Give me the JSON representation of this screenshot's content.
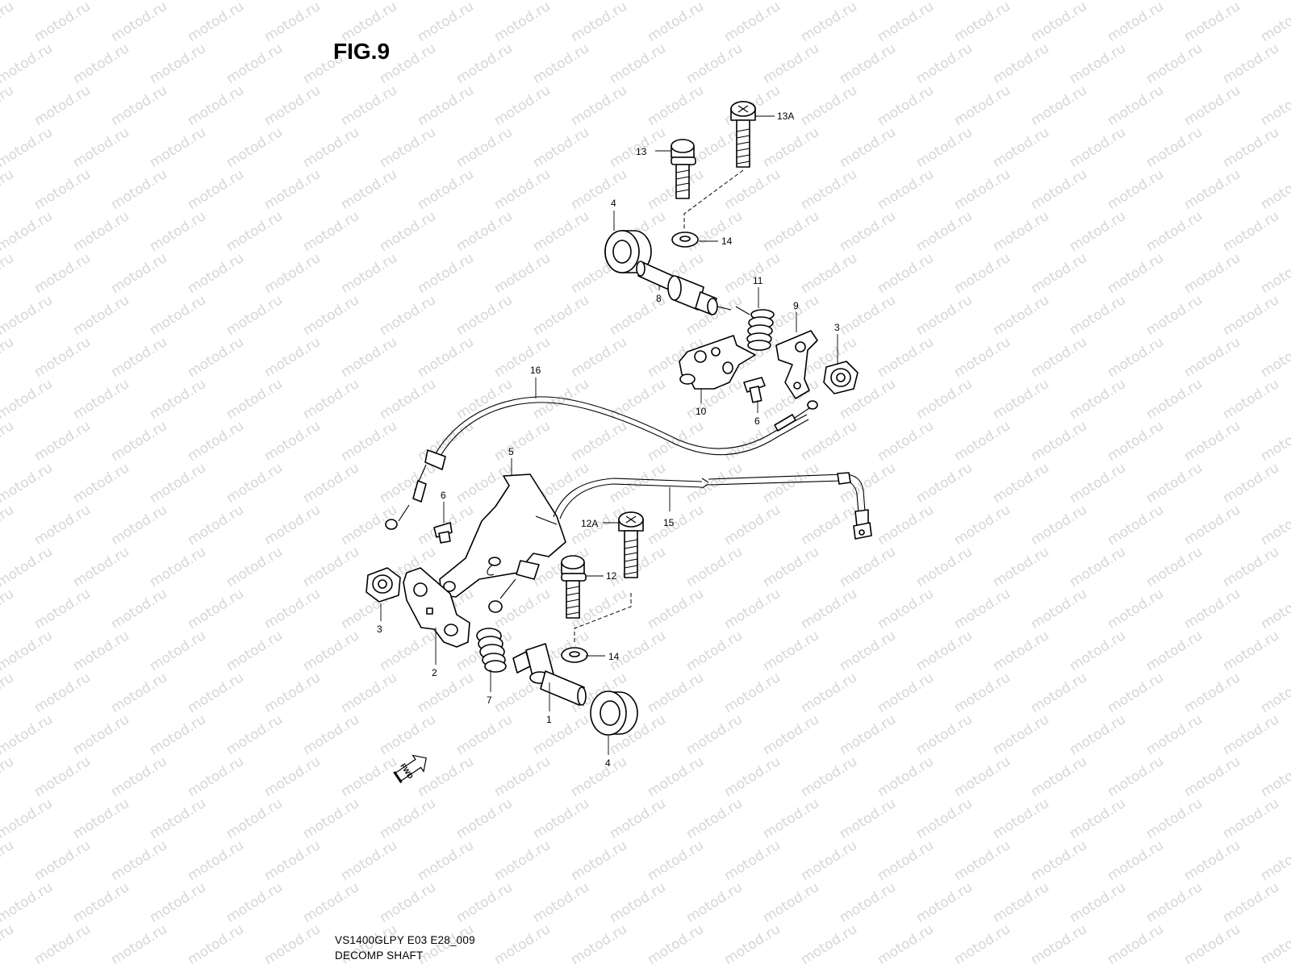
{
  "figure": {
    "title": "FIG.9",
    "model_code": "VS1400GLPY E03 E28_009",
    "section_name": "DECOMP SHAFT",
    "watermark": "motod.ru",
    "fwd_marker": "FWD"
  },
  "callouts": [
    {
      "id": "c13a",
      "label": "13A"
    },
    {
      "id": "c13",
      "label": "13"
    },
    {
      "id": "c4top",
      "label": "4"
    },
    {
      "id": "c14top",
      "label": "14"
    },
    {
      "id": "c11",
      "label": "11"
    },
    {
      "id": "c8",
      "label": "8"
    },
    {
      "id": "c9",
      "label": "9"
    },
    {
      "id": "c3right",
      "label": "3"
    },
    {
      "id": "c16",
      "label": "16"
    },
    {
      "id": "c10",
      "label": "10"
    },
    {
      "id": "c6right",
      "label": "6"
    },
    {
      "id": "c5",
      "label": "5"
    },
    {
      "id": "c6left",
      "label": "6"
    },
    {
      "id": "c15",
      "label": "15"
    },
    {
      "id": "c12a",
      "label": "12A"
    },
    {
      "id": "c12",
      "label": "12"
    },
    {
      "id": "c3left",
      "label": "3"
    },
    {
      "id": "c14bottom",
      "label": "14"
    },
    {
      "id": "c2",
      "label": "2"
    },
    {
      "id": "c7",
      "label": "7"
    },
    {
      "id": "c1",
      "label": "1"
    },
    {
      "id": "c4bottom",
      "label": "4"
    }
  ]
}
